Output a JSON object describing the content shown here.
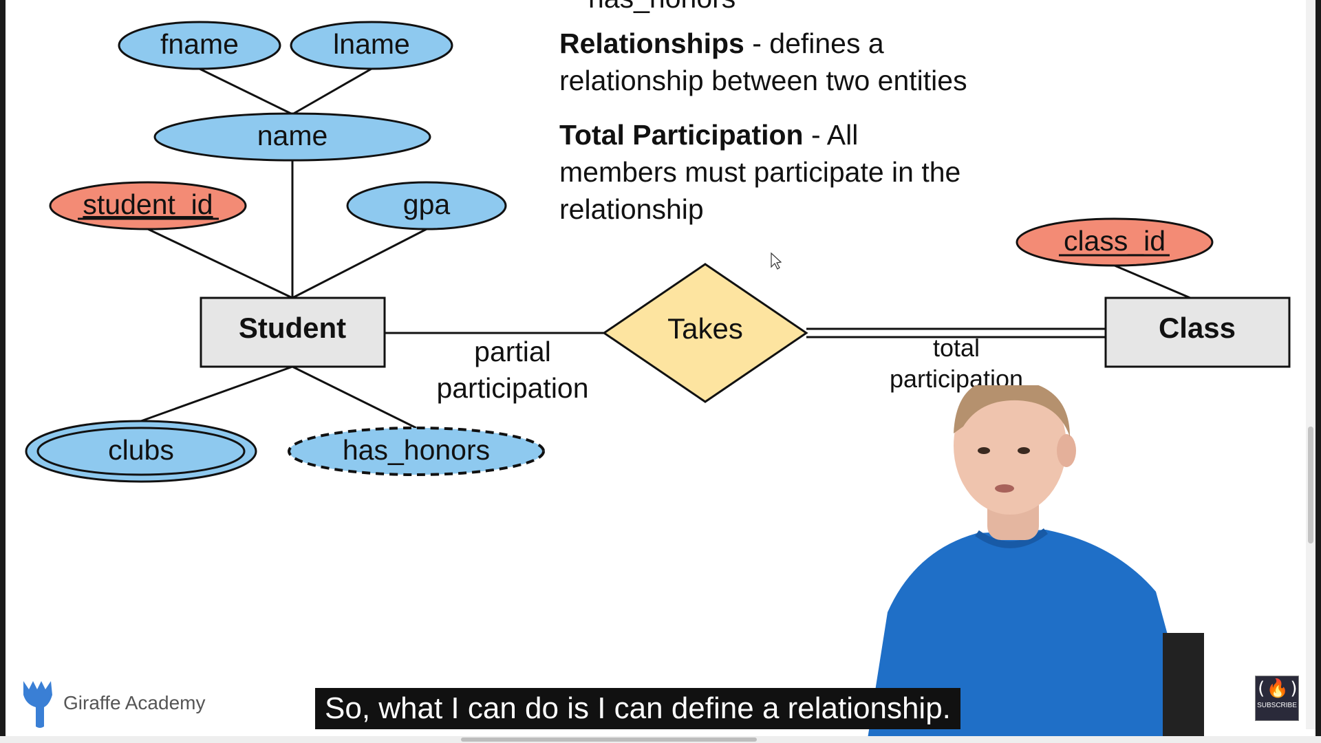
{
  "diagram": {
    "attributes": {
      "fname": "fname",
      "lname": "lname",
      "name": "name",
      "student_id": "student_id",
      "gpa": "gpa",
      "clubs": "clubs",
      "has_honors": "has_honors",
      "class_id": "class_id"
    },
    "entities": {
      "student": "Student",
      "class": "Class"
    },
    "relationship": "Takes",
    "participation": {
      "partial_line1": "partial",
      "partial_line2": "participation",
      "total_line1": "total",
      "total_line2": "participation"
    },
    "colors": {
      "attribute": "#8ec9ef",
      "key_attribute": "#f38b75",
      "entity": "#e6e6e6",
      "relationship": "#fde4a0"
    }
  },
  "notes": {
    "cut_heading": "has_honors",
    "relationships_title": "Relationships",
    "relationships_text_1": " - defines a",
    "relationships_text_2": "relationship between two entities",
    "total_title": "Total Participation",
    "total_text_1": " - All",
    "total_text_2": "members must participate in the",
    "total_text_3": "relationship"
  },
  "branding": {
    "name": "Giraffe Academy"
  },
  "caption": "So, what I can do is I can define a relationship.",
  "channel_badge": {
    "logo": "(🔥)",
    "subscribe": "SUBSCRIBE"
  }
}
